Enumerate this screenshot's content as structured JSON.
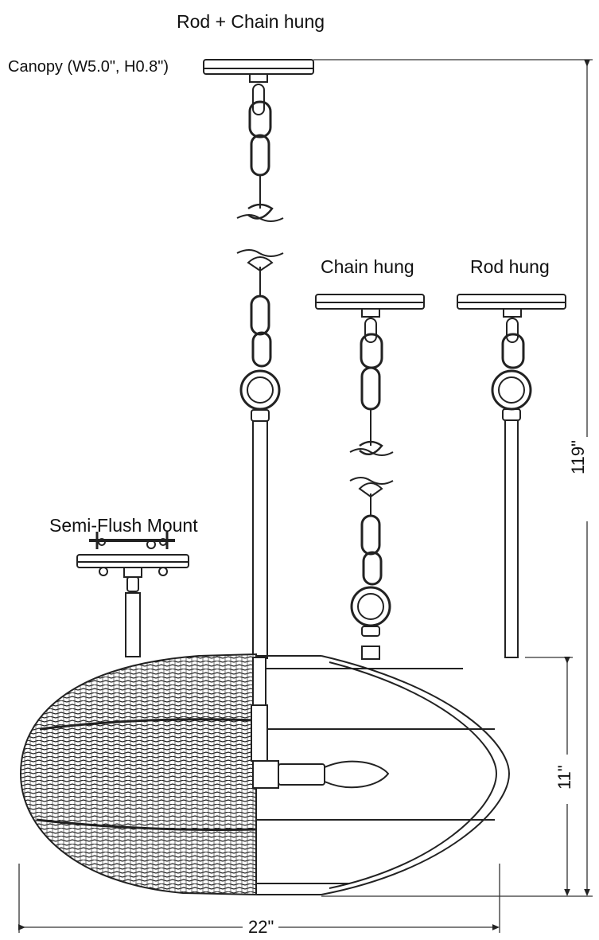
{
  "labels": {
    "rod_chain": "Rod + Chain hung",
    "canopy": "Canopy (W5.0\", H0.8\")",
    "chain_hung": "Chain hung",
    "rod_hung": "Rod hung",
    "semi_flush": "Semi-Flush Mount"
  },
  "dimensions": {
    "overall_height": "119\"",
    "body_height": "11\"",
    "width": "22\""
  }
}
